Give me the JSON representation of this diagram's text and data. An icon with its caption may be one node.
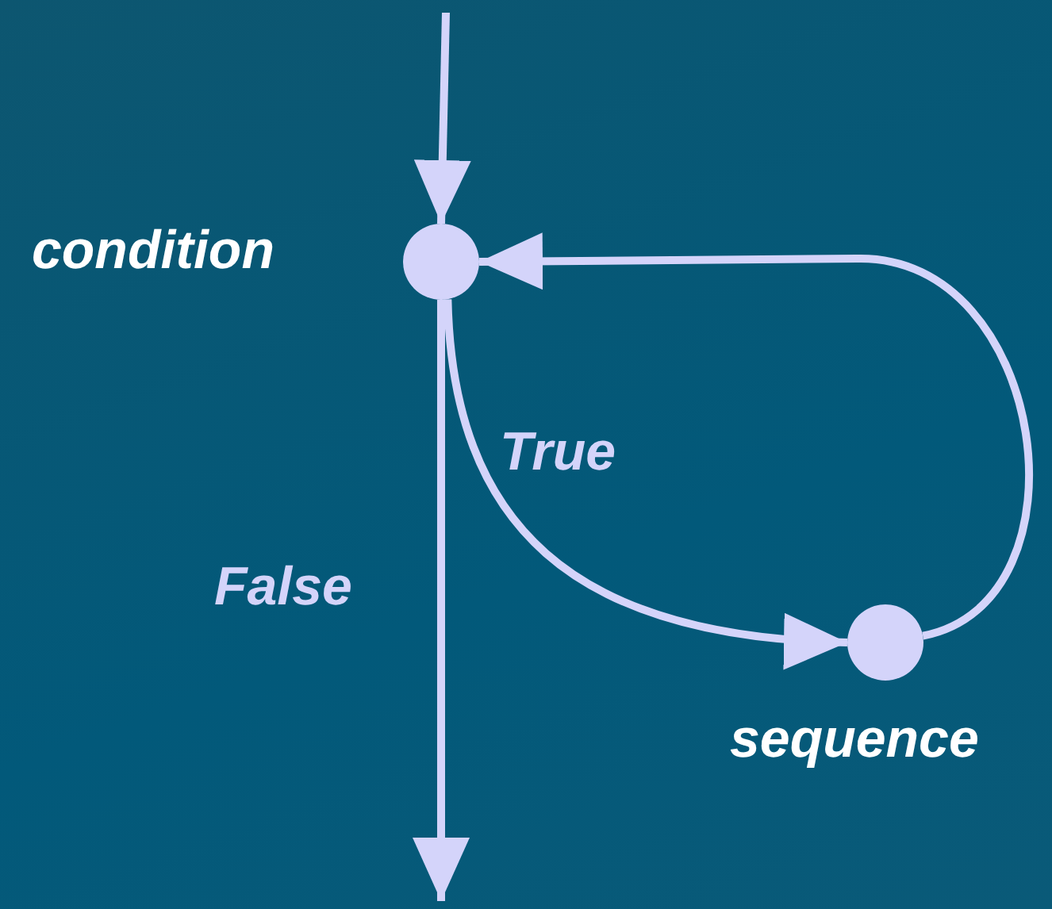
{
  "diagram": {
    "nodes": [
      {
        "text": [],
        "shape": "circle",
        "beside": [
          "condition"
        ]
      },
      {
        "text": [],
        "shape": "circle",
        "beside": [
          "sequence"
        ]
      }
    ],
    "edges": [
      {
        "from": null,
        "to": 0,
        "arrow": "to"
      },
      {
        "from": 0,
        "to": 1,
        "arrow": "to",
        "label": "True"
      },
      {
        "from": 1,
        "to": 0,
        "arrow": "to"
      },
      {
        "from": 0,
        "to": null,
        "arrow": "to",
        "label": "False"
      }
    ]
  }
}
